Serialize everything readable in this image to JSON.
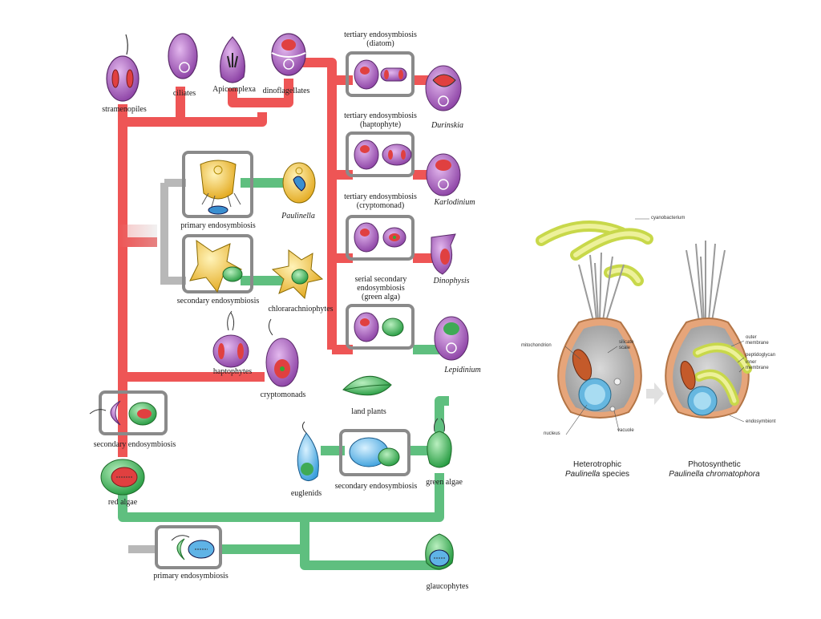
{
  "tree_labels": {
    "stramenopiles": "stramenopiles",
    "ciliates": "ciliates",
    "apicomplexa": "Apicomplexa",
    "dinoflagellates": "dinoflagellates",
    "tertiary_diatom_line1": "tertiary endosymbiosis",
    "tertiary_diatom_line2": "(diatom)",
    "durinskia": "Durinskia",
    "tertiary_haptophyte_line1": "tertiary endosymbiosis",
    "tertiary_haptophyte_line2": "(haptophyte)",
    "karlodinium": "Karlodinium",
    "tertiary_cryptomonad_line1": "tertiary endosymbiosis",
    "tertiary_cryptomonad_line2": "(cryptomonad)",
    "dinophysis": "Dinophysis",
    "serial_line1": "serial secondary",
    "serial_line2": "endosymbiosis",
    "serial_line3": "(green alga)",
    "lepidinium": "Lepidinium",
    "primary_endosymbiosis_top": "primary endosymbiosis",
    "paulinella": "Paulinella",
    "secondary_endosymbiosis_chlor": "secondary endosymbiosis",
    "chlorarachniophytes": "chlorarachniophytes",
    "haptophytes": "haptophytes",
    "cryptomonads": "cryptomonads",
    "secondary_endosymbiosis_left": "secondary endosymbiosis",
    "land_plants": "land plants",
    "euglenids": "euglenids",
    "secondary_endosymbiosis_eug": "secondary endosymbiosis",
    "green_algae": "green algae",
    "red_algae": "red algae",
    "primary_endosymbiosis_bottom": "primary endosymbiosis",
    "glaucophytes": "glaucophytes"
  },
  "paulinella_panel": {
    "cyanobacterium": "cyanobacterium",
    "mitochondrion": "mitochondrion",
    "silicate_scale_1": "silicate",
    "silicate_scale_2": "scale",
    "nucleus": "nucleus",
    "vacuole": "vacuole",
    "outer_membrane_1": "outer",
    "outer_membrane_2": "membrane",
    "peptidoglycan": "peptidoglycan",
    "inner_membrane_1": "inner",
    "inner_membrane_2": "membrane",
    "endosymbiont": "endosymbiont",
    "caption_left_1": "Heterotrophic",
    "caption_left_2a": "Paulinella",
    "caption_left_2b": "species",
    "caption_right_1": "Photosynthetic",
    "caption_right_2": "Paulinella chromatophora"
  },
  "colors": {
    "red_lineage": "#ee5555",
    "green_lineage": "#5fbf7f",
    "grey_box": "#8a8a8a",
    "purple_cell": "#9c4fb0",
    "yellow_cell": "#f3c233",
    "blue_cell": "#5fb3e6",
    "green_cell": "#3faa55"
  }
}
